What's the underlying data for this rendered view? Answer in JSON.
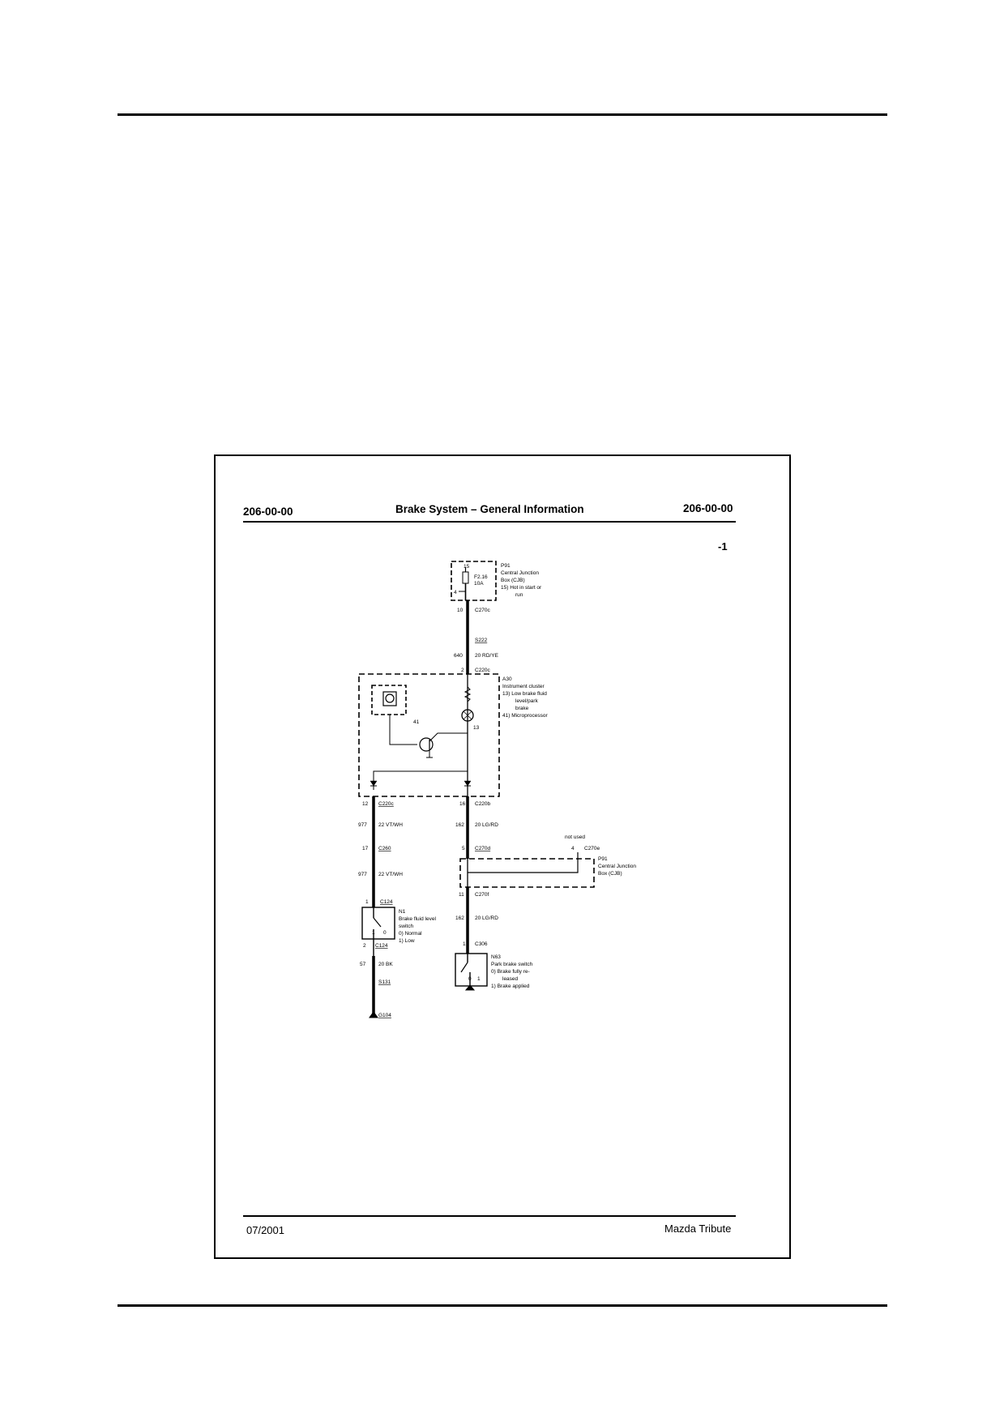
{
  "header": {
    "section_left": "206-00-00",
    "title": "Brake System – General Information",
    "section_right": "206-00-00"
  },
  "footer": {
    "date": "07/2001",
    "vehicle": "Mazda Tribute"
  },
  "figure": {
    "page_marker": "-1",
    "cjb_top": {
      "pin_top": "15",
      "fuse_label": "F2.16",
      "fuse_rating": "10A",
      "pin_side": "4",
      "id": "P91",
      "desc1": "Central Junction",
      "desc2": "Box (CJB)",
      "note1": "15)  Hot in start or",
      "note2": "run"
    },
    "c270c": {
      "pin": "10",
      "conn": "C270c"
    },
    "splice_s222": "S222",
    "wire_640": {
      "circuit": "640",
      "wire": "20 RD/YE"
    },
    "c220c_top": {
      "pin": "2",
      "conn": "C220c"
    },
    "cluster": {
      "id": "A30",
      "desc": "Instrument cluster",
      "note13a": "13)  Low brake fluid",
      "note13b": "level/park",
      "note13c": "brake",
      "note41": "41)  Microprocessor",
      "label41": "41",
      "label13": "13"
    },
    "c220c_bottom": {
      "pin": "12",
      "conn": "C220c"
    },
    "c220b": {
      "pin": "16",
      "conn": "C220b"
    },
    "wire_977a": {
      "circuit": "977",
      "wire": "22 VT/WH"
    },
    "wire_162a": {
      "circuit": "162",
      "wire": "20 LG/RD"
    },
    "not_used": "not used",
    "c260": {
      "pin": "17",
      "conn": "C260"
    },
    "c270d": {
      "pin": "5",
      "conn": "C270d"
    },
    "c270e": {
      "pin": "4",
      "conn": "C270e"
    },
    "cjb_mid": {
      "id": "P91",
      "desc1": "Central Junction",
      "desc2": "Box (CJB)"
    },
    "wire_977b": {
      "circuit": "977",
      "wire": "22 VT/WH"
    },
    "c270f": {
      "pin": "11",
      "conn": "C270f"
    },
    "c124_top": {
      "pin": "1",
      "conn": "C124"
    },
    "n1": {
      "id": "N1",
      "desc1": "Brake fluid level",
      "desc2": "switch",
      "note0": "0)    Normal",
      "note1": "1)    Low",
      "pos1": "1",
      "pos0": "0"
    },
    "wire_162b": {
      "circuit": "162",
      "wire": "20 LG/RD"
    },
    "c124_bottom": {
      "pin": "2",
      "conn": "C124"
    },
    "c306": {
      "pin": "1",
      "conn": "C306"
    },
    "n63": {
      "id": "N63",
      "desc": "Park brake switch",
      "note0a": "0)    Brake fully re-",
      "note0b": "leased",
      "note1": "1)    Brake applied",
      "pos0": "0",
      "pos1": "1"
    },
    "wire_57": {
      "circuit": "57",
      "wire": "20 BK"
    },
    "splice_s131": "S131",
    "ground_g104": "G104"
  }
}
